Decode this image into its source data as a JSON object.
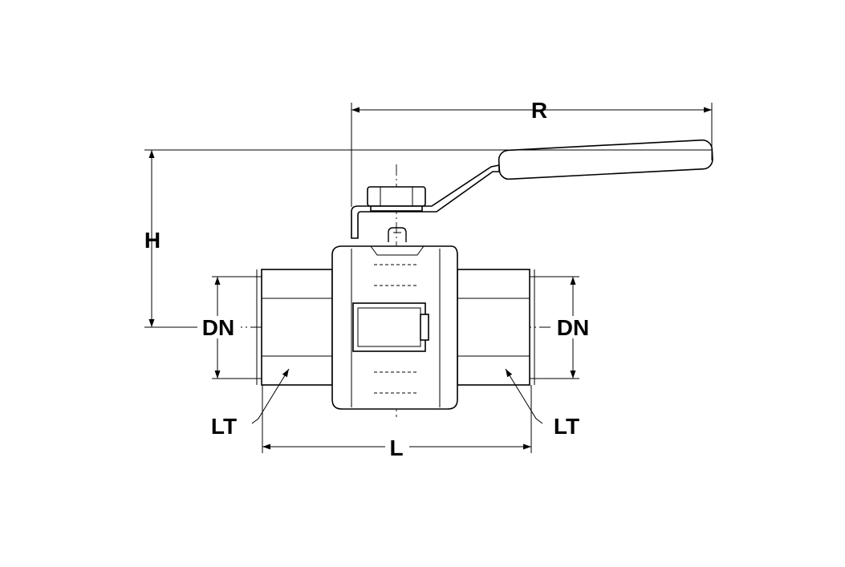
{
  "diagram": {
    "background": "#ffffff",
    "line_color": "#000000",
    "labels": {
      "R": "R",
      "H": "H",
      "DN_left": "DN",
      "DN_right": "DN",
      "LT_left": "LT",
      "LT_right": "LT",
      "L": "L"
    }
  }
}
